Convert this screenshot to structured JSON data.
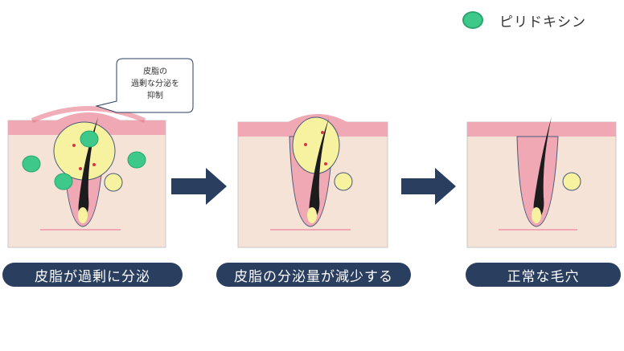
{
  "legend": {
    "label": "ピリドキシン",
    "color": "#3ec88a"
  },
  "callout": {
    "line1": "皮脂の",
    "line2": "過剰な分泌を",
    "line3": "抑制"
  },
  "steps": [
    {
      "caption": "皮脂が過剰に分泌"
    },
    {
      "caption": "皮脂の分泌量が減少する"
    },
    {
      "caption": "正常な毛穴"
    }
  ],
  "colors": {
    "skin": "#f6e3d8",
    "epidermis": "#f0a8b4",
    "sebum": "#f7f2a0",
    "hair": "#1c1c1c",
    "arrow": "#2a3e60",
    "caption_bg": "#2a3e60"
  }
}
